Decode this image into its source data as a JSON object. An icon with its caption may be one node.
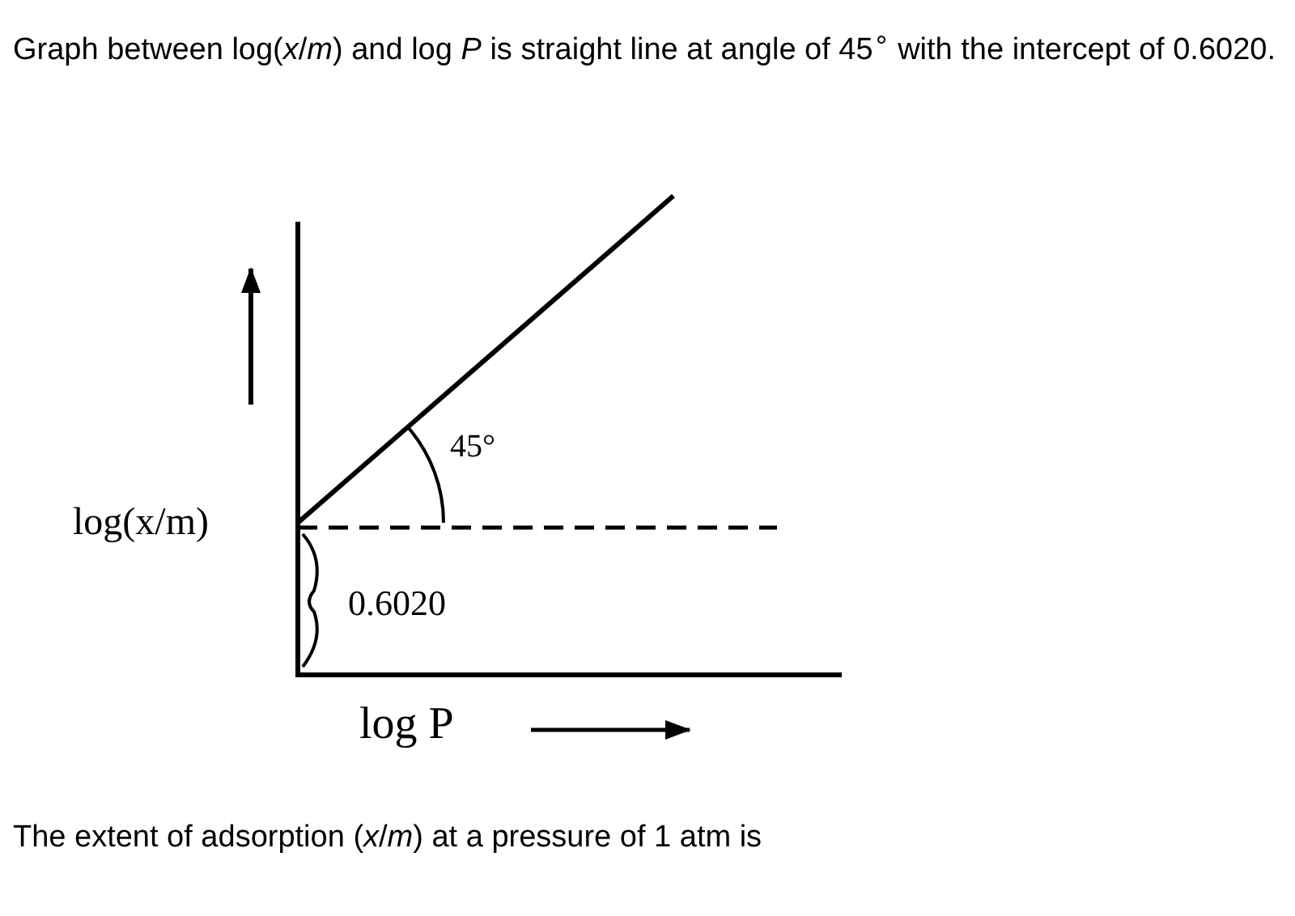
{
  "diagram": {
    "labels": [
      "Graph between log(*x*/*m*) and log *P* is straight line at angle of 45$^{∘}$ with the intercept of 0.6020.",
      "log(x/m)",
      "45°",
      "0.6020",
      "log P",
      "The extent of adsorption (*x*/*m*) at a pressure of 1 atm is"
    ]
  }
}
